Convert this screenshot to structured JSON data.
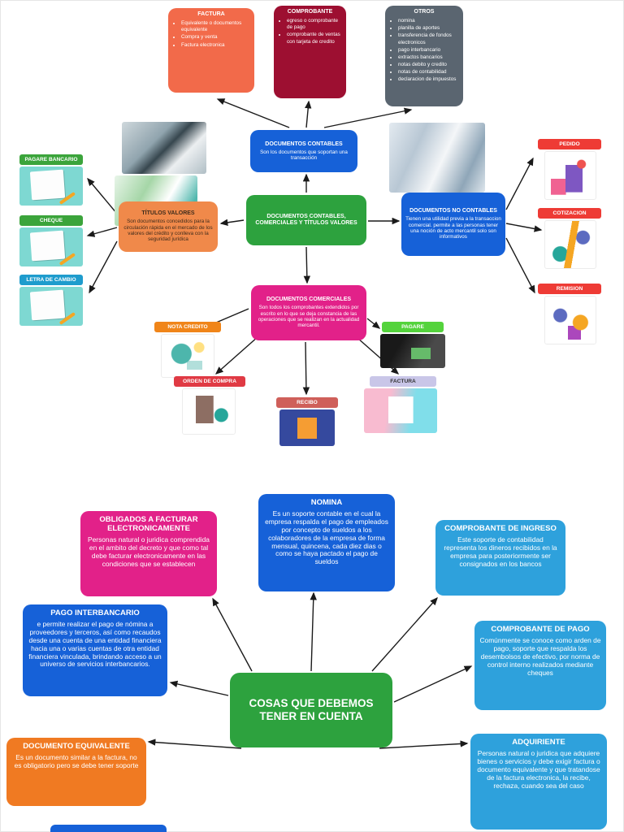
{
  "colors": {
    "royal_blue": "#1661d8",
    "green": "#2da23e",
    "magenta": "#e22189",
    "coral": "#f26a4a",
    "crimson": "#9d0f31",
    "gray": "#5a6570",
    "orange": "#f0894a",
    "sky_blue": "#2ea1dc",
    "deep_orange": "#f07a22"
  },
  "map1": {
    "center": {
      "title": "DOCUMENTOS CONTABLES, COMERCIALES Y TÍTULOS VALORES"
    },
    "documentos_contables": {
      "title": "DOCUMENTOS CONTABLES",
      "desc": "Son los documentos que soportan una transacción"
    },
    "factura_top": {
      "title": "FACTURA",
      "items": [
        "Equivalente o documentos equivalente",
        "Compra y venta",
        "Factura electronica"
      ]
    },
    "comprobante": {
      "title": "COMPROBANTE",
      "items": [
        "egreso o comprobante de pago",
        "comprobante de ventas con tarjeta de credito"
      ]
    },
    "otros": {
      "title": "OTROS",
      "items": [
        "nomina",
        "planilla de aportes",
        "transferencia de fondos electronicos",
        "pago interbancario",
        "extractos bancarios",
        "notas debito y credito",
        "notas de contabilidad",
        "declaracion de impuestos"
      ]
    },
    "titulos_valores": {
      "title": "TÍTULOS VALORES",
      "desc": "Son documentos concedidos para la circulación rápida en el mercado de los valores del crédito y conlleva con la seguridad jurídica"
    },
    "no_contables": {
      "title": "DOCUMENTOS NO CONTABLES",
      "desc": "Tienen una utilidad previa a la transaccion comercial. permite a las personas tener una noción de acto mercantil solo son informativos"
    },
    "comerciales": {
      "title": "DOCUMENTOS COMERCIALES",
      "desc": "Son todos los comprobantes extendidos por escrito en lo que se deja constancia de las operaciones que se realizan en la actualidad mercantil."
    },
    "leaves": {
      "pagare_bancario": "PAGARE BANCARIO",
      "cheque": "CHEQUE",
      "letra_de_cambio": "LETRA DE CAMBIO",
      "pedido": "PEDIDO",
      "cotizacion": "COTIZACION",
      "remision": "REMISION",
      "nota_credito": "NOTA CREDITO",
      "orden_de_compra": "ORDEN DE COMPRA",
      "recibo": "RECIBO",
      "factura": "FACTURA",
      "pagare": "PAGARE"
    }
  },
  "map2": {
    "center": {
      "title": "COSAS QUE DEBEMOS TENER EN CUENTA"
    },
    "nomina": {
      "title": "NOMINA",
      "desc": "Es un soporte contable en el cual la empresa respalda el pago de empleados por concepto de sueldos a los colaboradores de la empresa de forma mensual, quincena, cada diez dias o como se haya pactado el pago de sueldos"
    },
    "obligados": {
      "title": "OBLIGADOS A FACTURAR ELECTRONICAMENTE",
      "desc": "Personas natural o juridica comprendida en el ambito del decreto y que como tal debe facturar electronicamente en las condiciones que se establecen"
    },
    "comprobante_ingreso": {
      "title": "COMPROBANTE DE INGRESO",
      "desc": "Este soporte de contabilidad representa los dineros recibidos en la empresa para posteriormente ser consignados en los bancos"
    },
    "pago_interbancario": {
      "title": "PAGO INTERBANCARIO",
      "desc": "e permite realizar el pago de nómina a proveedores y terceros, así como recaudos desde una cuenta de una entidad financiera hacia una o varias cuentas de otra entidad financiera vinculada, brindando acceso a un universo de servicios interbancarios."
    },
    "comprobante_pago": {
      "title": "COMPROBANTE DE PAGO",
      "desc": "Comúnmente se conoce como arden de pago, soporte que respalda los desembolsos de efectivo, por norma de control interno realizados mediante cheques"
    },
    "documento_equivalente": {
      "title": "DOCUMENTO EQUIVALENTE",
      "desc": "Es un documento similar a la factura, no es obligatorio pero se debe tener soporte"
    },
    "adquiriente": {
      "title": "ADQUIRIENTE",
      "desc": "Personas natural o juridica que adquiere bienes o servicios y debe exigir factura o documento equivalente y que tratandose de la factura electronica, la recibe, rechaza, cuando sea del caso"
    }
  }
}
